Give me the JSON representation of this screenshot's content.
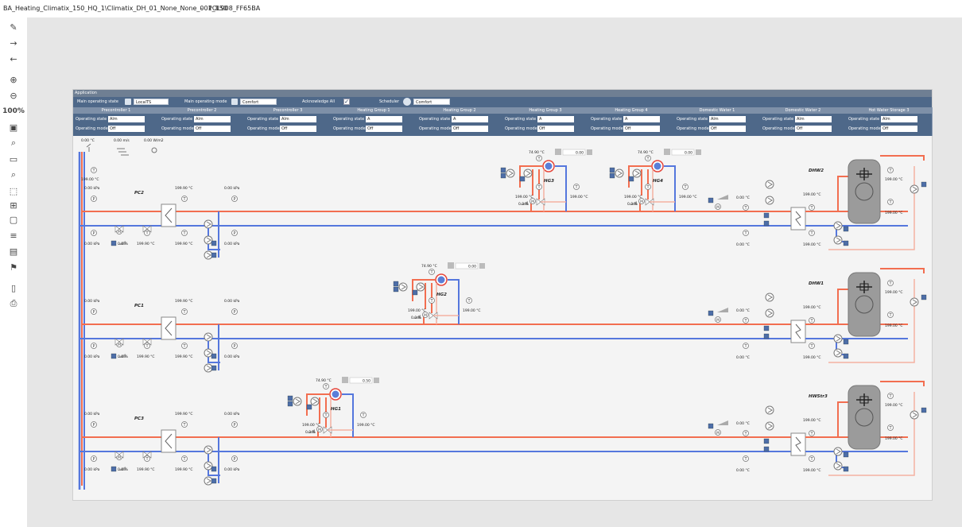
{
  "window": {
    "path": "BA_Heating_Climatix_150_HQ_1\\Climatix_DH_01_None_None_001_150",
    "separator": "-",
    "device": "POL908_FF65BA"
  },
  "toolbar": {
    "zoom_label": "100%",
    "tools": [
      "pen-icon",
      "arrow-forward-icon",
      "arrow-back-icon",
      "zoom-in-icon",
      "zoom-out-icon",
      "zoom-level",
      "fit-icon",
      "zoom-icon",
      "window-icon",
      "zoom-area-icon",
      "fit-width-icon",
      "layers-icon",
      "highlight-icon",
      "list-icon",
      "comment-icon",
      "flag-icon",
      "page-icon",
      "print-icon"
    ]
  },
  "app": {
    "title": "Application",
    "main_operating_state_label": "Main operating state",
    "main_operating_state_value": "LocalTS",
    "main_operating_mode_label": "Main operating mode",
    "main_operating_mode_value": "Comfort",
    "acknowledge_label": "Acknowledge All",
    "scheduler_label": "Scheduler",
    "scheduler_value": "Comfort",
    "op_state_label": "Operating state",
    "op_mode_label": "Operating mode",
    "groups": [
      {
        "name": "Precontroller 1",
        "state": "Alm",
        "mode": "Off"
      },
      {
        "name": "Precontroller 2",
        "state": "Alm",
        "mode": "Off"
      },
      {
        "name": "Precontroller 3",
        "state": "Alm",
        "mode": "Off"
      },
      {
        "name": "Heating Group 1",
        "state": "A",
        "mode": "Off"
      },
      {
        "name": "Heating Group 2",
        "state": "A",
        "mode": "Off"
      },
      {
        "name": "Heating Group 3",
        "state": "A",
        "mode": "Off"
      },
      {
        "name": "Heating Group 4",
        "state": "A",
        "mode": "Off"
      },
      {
        "name": "Domestic Water 1",
        "state": "Alm",
        "mode": "Off"
      },
      {
        "name": "Domestic Water 2",
        "state": "Alm",
        "mode": "Off"
      },
      {
        "name": "Hot Water Storage 3",
        "state": "Alm",
        "mode": "Off"
      }
    ]
  },
  "weather": {
    "temp": "0.00 °C",
    "wind": "0.00 m/s",
    "radiation": "0.00 W/m2"
  },
  "outdoor_temp": "199.00 °C",
  "precontrollers": [
    {
      "name": "PC2",
      "pressure_top": "0.00 kPa",
      "temp_top": "199.90 °C",
      "pressure_top2": "0.00 kPa",
      "pressure_bottom": "0.00 kPa",
      "valve": "0.0 %",
      "temp_bottom1": "199.90 °C",
      "temp_bottom2": "199.90 °C",
      "pressure_bottom2": "0.00 kPa"
    },
    {
      "name": "PC1",
      "pressure_top": "0.00 kPa",
      "temp_top": "199.90 °C",
      "pressure_top2": "0.00 kPa",
      "pressure_bottom": "0.00 kPa",
      "valve": "0.0 %",
      "temp_bottom1": "199.90 °C",
      "temp_bottom2": "199.90 °C",
      "pressure_bottom2": "0.00 kPa"
    },
    {
      "name": "PC3",
      "pressure_top": "0.00 kPa",
      "temp_top": "199.90 °C",
      "pressure_top2": "0.00 kPa",
      "pressure_bottom": "0.00 kPa",
      "valve": "0.0 %",
      "temp_bottom1": "199.90 °C",
      "temp_bottom2": "199.90 °C",
      "pressure_bottom2": "0.00 kPa"
    }
  ],
  "heating_groups": [
    {
      "name": "HG3",
      "room_temp": "74.90 °C",
      "setpoint": "0.00",
      "flow_temp": "199.00 °C",
      "valve": "0.0 %",
      "return_temp": "199.00 °C"
    },
    {
      "name": "HG4",
      "room_temp": "74.90 °C",
      "setpoint": "0.00",
      "flow_temp": "199.00 °C",
      "valve": "0.0 %",
      "return_temp": "199.00 °C"
    },
    {
      "name": "HG2",
      "room_temp": "74.90 °C",
      "setpoint": "0.00",
      "flow_temp": "199.00 °C",
      "valve": "0.0 %",
      "return_temp": "199.00 °C"
    },
    {
      "name": "HG1",
      "room_temp": "74.90 °C",
      "setpoint": "0.50",
      "flow_temp": "199.00 °C",
      "valve": "0.0 %",
      "return_temp": "199.00 °C"
    }
  ],
  "domestic_water": [
    {
      "name": "DHW2",
      "temp_valve": "0.00 °C",
      "temp_in": "0.00 °C",
      "temp_out": "199.00 °C",
      "temp_low": "199.00 °C",
      "tank_top": "199.00 °C",
      "tank_bottom": "199.00 °C"
    },
    {
      "name": "DHW1",
      "temp_valve": "0.00 °C",
      "temp_in": "0.00 °C",
      "temp_out": "199.00 °C",
      "temp_low": "199.00 °C",
      "tank_top": "199.00 °C",
      "tank_bottom": "199.00 °C"
    },
    {
      "name": "HWStr3",
      "temp_valve": "0.00 °C",
      "temp_in": "0.00 °C",
      "temp_out": "199.00 °C",
      "temp_low": "199.00 °C",
      "tank_top": "199.00 °C",
      "tank_bottom": "199.00 °C"
    }
  ],
  "colors": {
    "supply": "#f26e50",
    "return": "#5577dd",
    "return_light": "#f4b1a2",
    "header": "#4e6889"
  }
}
